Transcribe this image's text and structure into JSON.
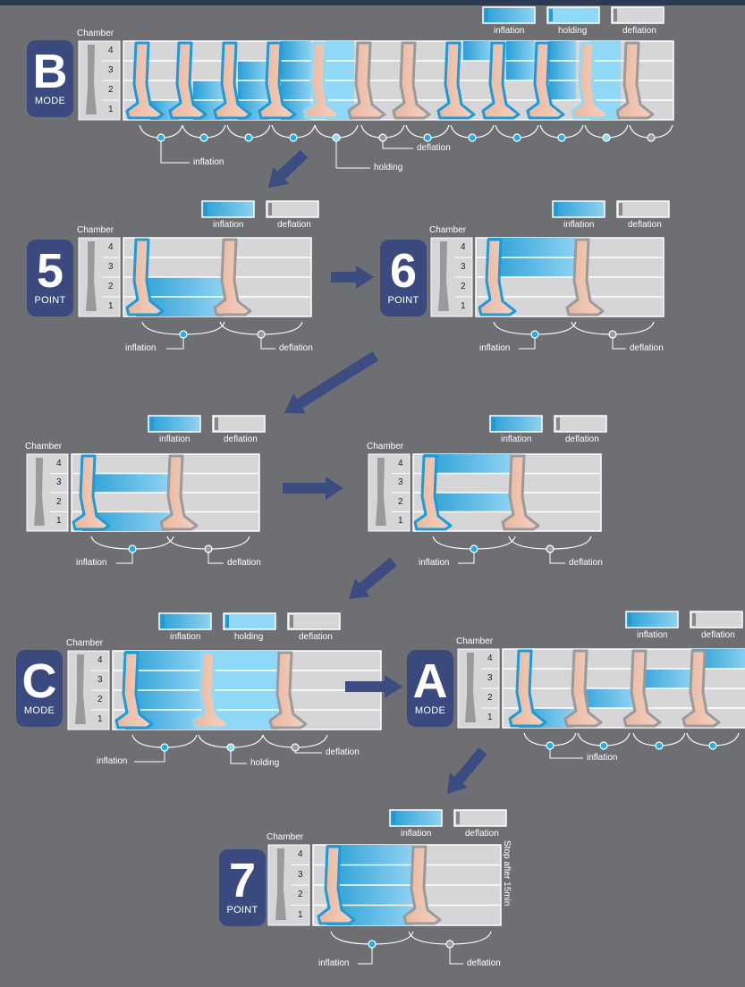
{
  "legend": {
    "inflation": "inflation",
    "holding": "holding",
    "deflation": "deflation"
  },
  "chamber_title": "Chamber",
  "chamber_numbers": [
    "4",
    "3",
    "2",
    "1"
  ],
  "modes": {
    "b": {
      "big": "B",
      "sub": "MODE"
    },
    "p5": {
      "big": "5",
      "sub": "POINT"
    },
    "p6": {
      "big": "6",
      "sub": "POINT"
    },
    "c": {
      "big": "C",
      "sub": "MODE"
    },
    "a": {
      "big": "A",
      "sub": "MODE"
    },
    "p7": {
      "big": "7",
      "sub": "POINT"
    }
  },
  "stop_note": "Stop after 15min",
  "colors": {
    "background": "#6e6f73",
    "badge": "#3b4a7e",
    "inflation": "#2fb5e8",
    "holding": "#8fd9f7",
    "deflation": "#d6d6d8",
    "arrow": "#3c4b80"
  }
}
